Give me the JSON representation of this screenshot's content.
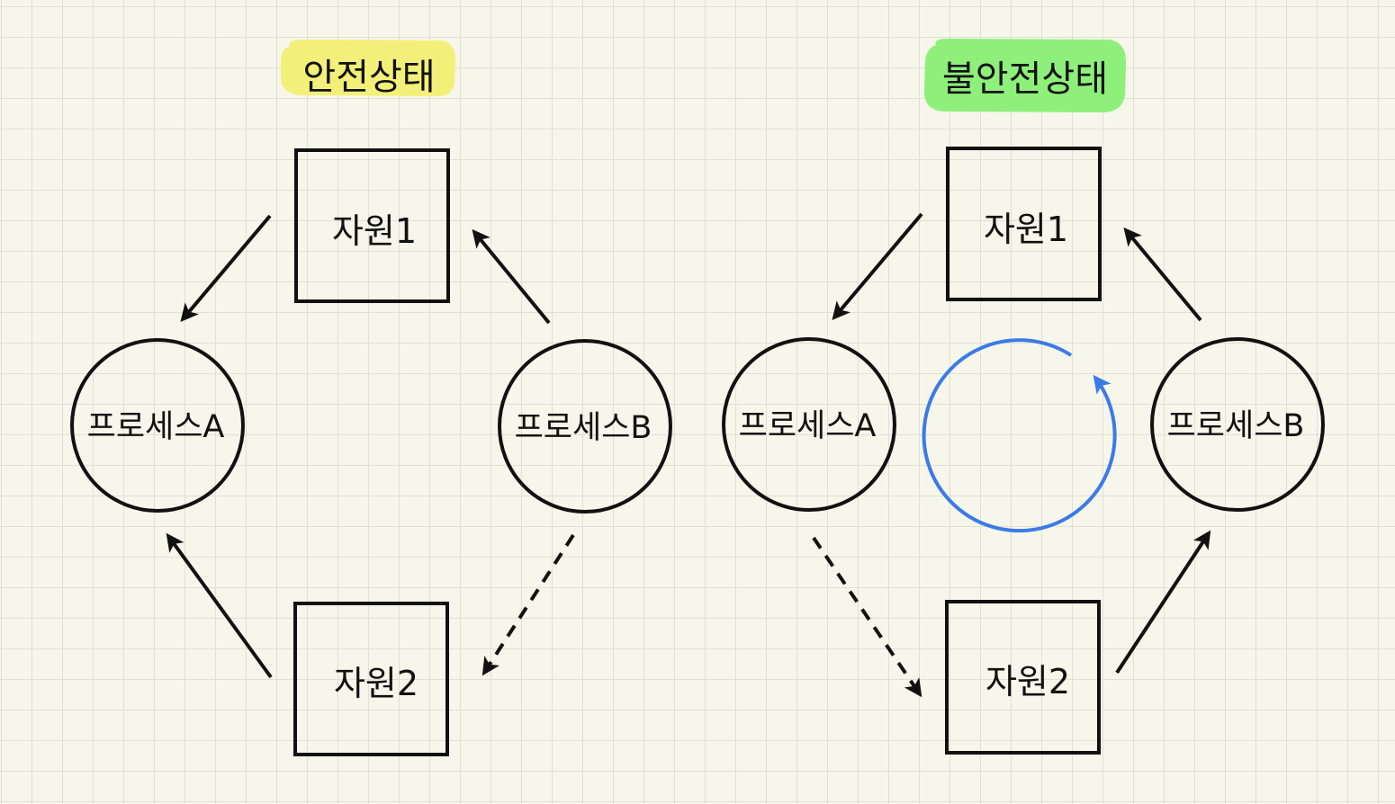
{
  "colors": {
    "background": "#f6f6ea",
    "grid": "#dfe1d3",
    "stroke": "#111111",
    "cycle_arrow": "#3b7be8",
    "safe_highlight": "#f3f07a",
    "unsafe_highlight": "#8ef07a"
  },
  "left_diagram": {
    "title": "안전상태",
    "resource1": "자원1",
    "resource2": "자원2",
    "process_a": "프로세스A",
    "process_b": "프로세스B"
  },
  "right_diagram": {
    "title": "불안전상태",
    "resource1": "자원1",
    "resource2": "자원2",
    "process_a": "프로세스A",
    "process_b": "프로세스B"
  }
}
